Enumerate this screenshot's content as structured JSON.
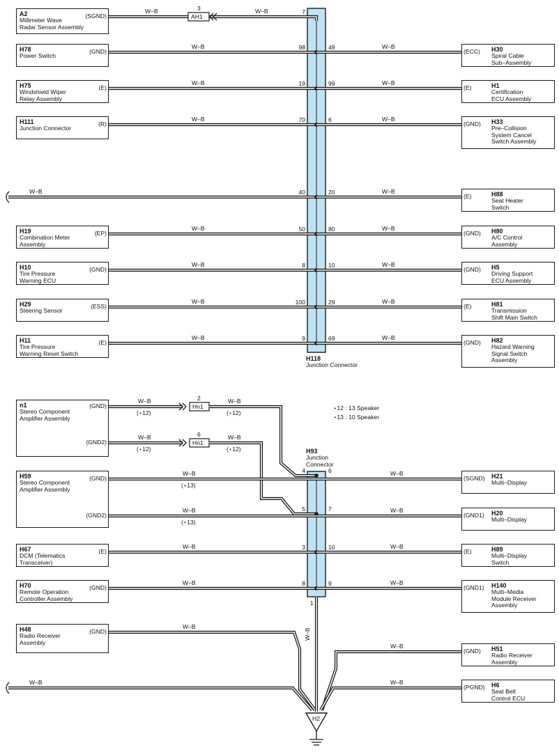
{
  "top_left": [
    {
      "code": "A2",
      "name": "Millimeter Wave\nRadar Sensor Assembly",
      "term": "(SGND)",
      "wire": "W–B",
      "pin": "7"
    },
    {
      "code": "H78",
      "name": "Power Switch",
      "term": "(GND)",
      "wire": "W–B",
      "pin": "98"
    },
    {
      "code": "H75",
      "name": "Windshield Wiper\nRelay Assembly",
      "term": "(E)",
      "wire": "W–B",
      "pin": "19"
    },
    {
      "code": "H111",
      "name": "Junction Connector",
      "term": "(R)",
      "wire": "W–B",
      "pin": "70"
    },
    {
      "code": "",
      "name": "",
      "term": "",
      "wire": "W–B",
      "pin": "40"
    },
    {
      "code": "H19",
      "name": "Combination Meter\nAssembly",
      "term": "(EP)",
      "wire": "W–B",
      "pin": "50"
    },
    {
      "code": "H10",
      "name": "Tire Pressure\nWarning ECU",
      "term": "(GND)",
      "wire": "W–B",
      "pin": "8"
    },
    {
      "code": "H29",
      "name": "Steering Sensor",
      "term": "(ESS)",
      "wire": "W–B",
      "pin": "100"
    },
    {
      "code": "H11",
      "name": "Tire Pressure\nWarning Reset Switch",
      "term": "(E)",
      "wire": "W–B",
      "pin": "9"
    }
  ],
  "top_right": [
    {
      "code": "H30",
      "name": "Spiral Cable\nSub–Assembly",
      "term": "(ECC)",
      "wire": "W–B",
      "pin": "49"
    },
    {
      "code": "H1",
      "name": "Certification\nECU Assembly",
      "term": "(E)",
      "wire": "W–B",
      "pin": "99"
    },
    {
      "code": "H33",
      "name": "Pre–Collision\nSystem Cancel\nSwitch Assembly",
      "term": "(GND)",
      "wire": "W–B",
      "pin": "6"
    },
    {
      "code": "H88",
      "name": "Seat Heater\nSwitch",
      "term": "(E)",
      "wire": "W–B",
      "pin": "20"
    },
    {
      "code": "H80",
      "name": "A/C Control\nAssembly",
      "term": "(GND)",
      "wire": "W–B",
      "pin": "80"
    },
    {
      "code": "H5",
      "name": "Driving Support\nECU Assembly",
      "term": "(GND)",
      "wire": "W–B",
      "pin": "10"
    },
    {
      "code": "H81",
      "name": "Transmission\nShift Main Switch",
      "term": "(E)",
      "wire": "W–B",
      "pin": "29"
    },
    {
      "code": "H82",
      "name": "Hazard Warning\nSignal Switch\nAssembly",
      "term": "(GND)",
      "wire": "W–B",
      "pin": "69"
    }
  ],
  "a2_inline": {
    "connector": "AH1",
    "pin": "3",
    "wire_right": "W–B"
  },
  "junction_top": {
    "code": "H118",
    "name": "Junction Connector"
  },
  "notes": [
    "⋆12 : 13 Speaker",
    "⋆13 : 10 Speaker"
  ],
  "n1": {
    "code": "n1",
    "name": "Stereo Component\nAmplifier Assembly",
    "terms": [
      "(GND)",
      "(GND2)"
    ],
    "inline": [
      {
        "connector": "Hn1",
        "pin": "2"
      },
      {
        "connector": "Hn1",
        "pin": "6"
      }
    ],
    "wire": "W–B",
    "cond": "(⋆12)"
  },
  "h59": {
    "code": "H59",
    "name": "Stereo Component\nAmplifier Assembly",
    "terms": [
      "(GND)",
      "(GND2)"
    ],
    "wire": "W–B",
    "cond": "(⋆13)"
  },
  "junction_bottom": {
    "code": "H93",
    "name": "Junction\nConnector",
    "pins_left": [
      "4",
      "5",
      "3",
      "8"
    ],
    "pins_right": [
      "6",
      "7",
      "10",
      "9"
    ],
    "pin_bottom": "1"
  },
  "bottom_left": [
    {
      "code": "H67",
      "name": "DCM (Telematics\nTransceiver)",
      "term": "(E)",
      "wire": "W–B"
    },
    {
      "code": "H70",
      "name": "Remote Operation\nController Assembly",
      "term": "(GND)",
      "wire": "W–B"
    },
    {
      "code": "H48",
      "name": "Radio Receiver\nAssembly",
      "term": "(GND)",
      "wire": "W–B"
    },
    {
      "code": "",
      "name": "",
      "term": "",
      "wire": "W–B"
    }
  ],
  "bottom_right": [
    {
      "code": "H21",
      "name": "Multi–Display",
      "term": "(SGND)",
      "wire": "W–B"
    },
    {
      "code": "H20",
      "name": "Multi–Display",
      "term": "(GND1)",
      "wire": "W–B"
    },
    {
      "code": "H89",
      "name": "Multi–Display\nSwitch",
      "term": "(E)",
      "wire": "W–B"
    },
    {
      "code": "H140",
      "name": "Multi–Media\nModule Receiver\nAssembly",
      "term": "(GND1)",
      "wire": "W–B"
    },
    {
      "code": "H51",
      "name": "Radio Receiver\nAssembly",
      "term": "(GND)",
      "wire": "W–B"
    },
    {
      "code": "H6",
      "name": "Seat Belt\nControl ECU",
      "term": "(PGND)",
      "wire": "W–B"
    }
  ],
  "vertical_wire": "W–B",
  "ground": {
    "code": "H2"
  },
  "colors": {
    "junction_fill": "#bfe3f2",
    "line": "#1a1a1a"
  }
}
